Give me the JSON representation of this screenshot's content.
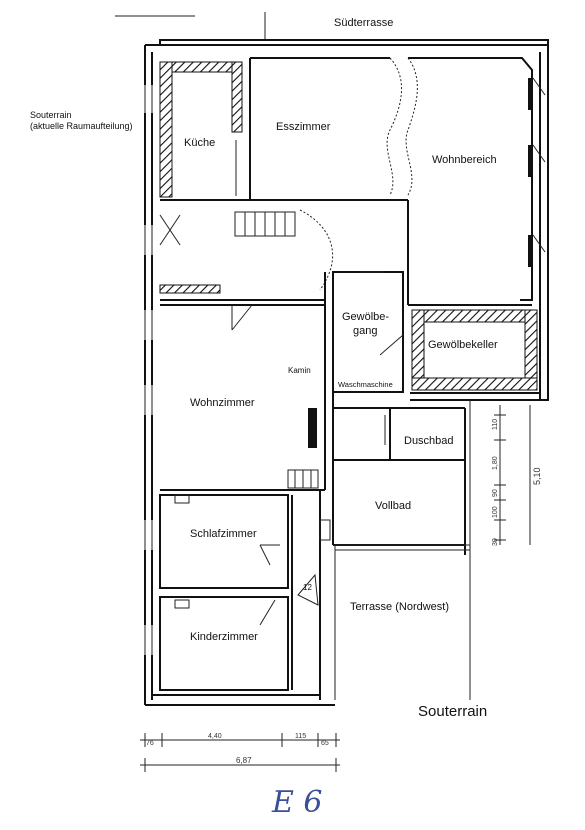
{
  "plan": {
    "side_note_1": "Souterrain",
    "side_note_2": "(aktuelle Raumaufteilung)",
    "top_label": "Südterrasse",
    "footer_title": "Souterrain",
    "handwritten": "E 6",
    "rooms": {
      "kueche": "Küche",
      "esszimmer": "Esszimmer",
      "wohnbereich": "Wohnbereich",
      "gewoelbegang_1": "Gewölbe-",
      "gewoelbegang_2": "gang",
      "gewoelbekeller": "Gewölbekeller",
      "kamin": "Kamin",
      "waschmaschine": "Waschmaschine",
      "wohnzimmer": "Wohnzimmer",
      "duschbad": "Duschbad",
      "vollbad": "Vollbad",
      "schlafzimmer": "Schlafzimmer",
      "kinderzimmer": "Kinderzimmer",
      "terrasse": "Terrasse (Nordwest)"
    },
    "dimensions": {
      "bottom_total": "6,87",
      "bottom_left": "76",
      "bottom_main": "4,40",
      "bottom_mid": "115",
      "bottom_right": "65",
      "side_total": "5,10",
      "side_1": "110",
      "side_2": "1,80",
      "side_3": "90",
      "side_4": "100",
      "side_5": "30"
    }
  }
}
